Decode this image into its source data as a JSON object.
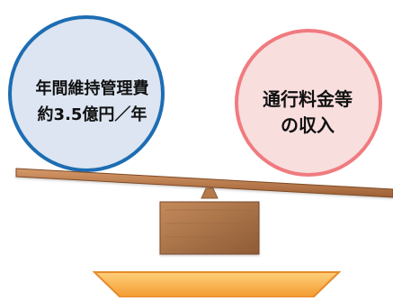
{
  "balance_diagram": {
    "left_circle": {
      "line1": "年間維持管理費",
      "line2": "約3.5億円／年",
      "fill_color": "#dce5f1",
      "border_color": "#1d6db3"
    },
    "right_circle": {
      "line1": "通行料金等",
      "line2": "の収入",
      "fill_color": "#f9dede",
      "border_color": "#f07b7f"
    },
    "beam_color": "#b9784a",
    "fulcrum_color": "#b57a4b",
    "base_color": "#b87e53",
    "arrow_color": "#f7b14d",
    "arrow_stroke": "#e58b2b"
  }
}
